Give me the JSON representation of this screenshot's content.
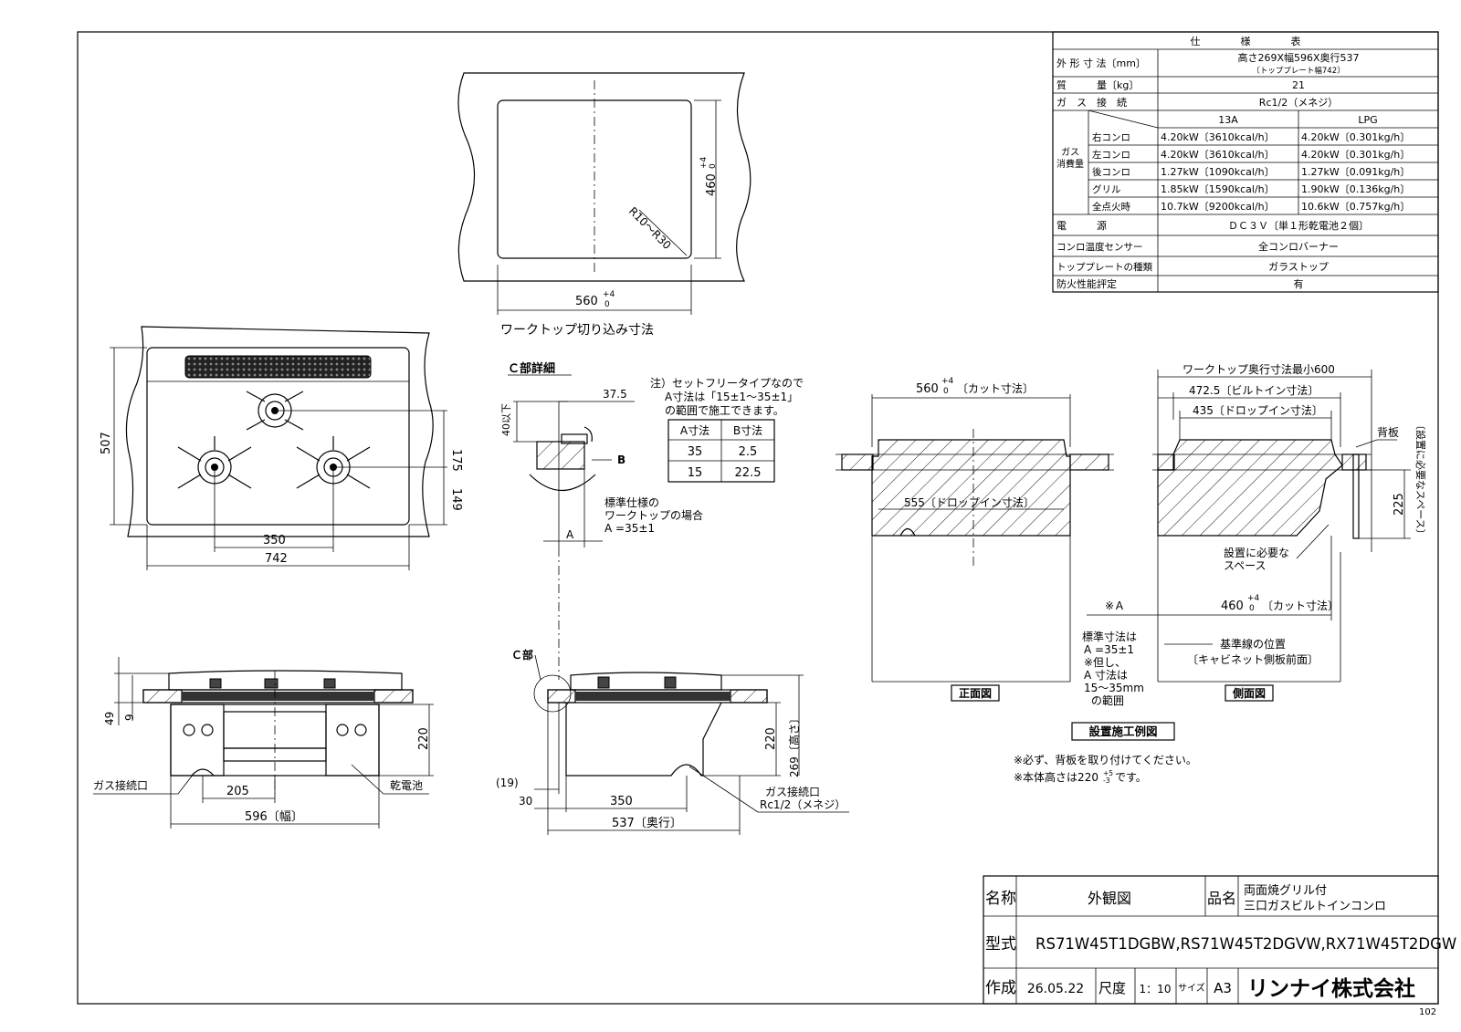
{
  "spec": {
    "title": "仕　　　　様　　　　表",
    "rows": [
      {
        "label": "外 形 寸 法〔mm〕",
        "value": "高さ269X幅596X奥行537",
        "sub": "〔トッププレート幅742〕"
      },
      {
        "label": "質　　　量〔kg〕",
        "value": "21"
      },
      {
        "label": "ガ　ス　接　続",
        "value": "Rc1/2（メネジ）"
      }
    ],
    "gas_label_1": "ガス",
    "gas_label_2": "消費量",
    "gas_col_13a": "13A",
    "gas_col_lpg": "LPG",
    "gas_rows": [
      {
        "name": "右コンロ",
        "a13": "4.20kW〔3610kcal/h〕",
        "lpg": "4.20kW〔0.301kg/h〕"
      },
      {
        "name": "左コンロ",
        "a13": "4.20kW〔3610kcal/h〕",
        "lpg": "4.20kW〔0.301kg/h〕"
      },
      {
        "name": "後コンロ",
        "a13": "1.27kW〔1090kcal/h〕",
        "lpg": "1.27kW〔0.091kg/h〕"
      },
      {
        "name": "グリル",
        "a13": "1.85kW〔1590kcal/h〕",
        "lpg": "1.90kW〔0.136kg/h〕"
      },
      {
        "name": "全点火時",
        "a13": "10.7kW〔9200kcal/h〕",
        "lpg": "10.6kW〔0.757kg/h〕"
      }
    ],
    "bottom_rows": [
      {
        "label": "電　　　源",
        "value": "ＤＣ３Ｖ〔単１形乾電池２個〕"
      },
      {
        "label": "コンロ温度センサー",
        "value": "全コンロバーナー"
      },
      {
        "label": "トッププレートの種類",
        "value": "ガラストップ"
      },
      {
        "label": "防火性能評定",
        "value": "有"
      }
    ]
  },
  "cutout": {
    "title": "ワークトップ切り込み寸法",
    "dim_width": "560",
    "dim_width_tol": "+4",
    "dim_width_tol0": "0",
    "dim_depth": "460",
    "dim_depth_tol": "+4",
    "dim_depth_tol0": "0",
    "radius": "R10～R30"
  },
  "top_view": {
    "dim_507": "507",
    "dim_175": "175",
    "dim_149": "149",
    "dim_350": "350",
    "dim_742": "742"
  },
  "detail_c": {
    "title": "Ｃ部詳細",
    "dim_40": "40以下",
    "dim_375": "37.5",
    "label_b": "B",
    "label_a": "A",
    "note_1": "注）セットフリータイプなので",
    "note_2": "A寸法は「15±1～35±1」",
    "note_3": "の範囲で施工できます。",
    "table_head_a": "A寸法",
    "table_head_b": "B寸法",
    "table_rows": [
      [
        "35",
        "2.5"
      ],
      [
        "15",
        "22.5"
      ]
    ],
    "std_1": "標準仕様の",
    "std_2": "ワークトップの場合",
    "std_3": "A =35±1"
  },
  "front_view": {
    "dim_49": "49",
    "dim_9": "9",
    "dim_220": "220",
    "dim_205": "205",
    "dim_596": "596〔幅〕",
    "gas_inlet": "ガス接続口",
    "battery": "乾電池"
  },
  "side_view": {
    "c_label": "Ｃ部",
    "dim_220": "220",
    "dim_269": "269〔高さ〕",
    "dim_19": "(19)",
    "dim_30": "30",
    "dim_350": "350",
    "dim_537": "537〔奥行〕",
    "gas_1": "ガス接続口",
    "gas_2": "Rc1/2（メネジ）"
  },
  "install": {
    "dim_560": "560",
    "dim_560_tol": "+4",
    "dim_560_tol0": "0",
    "dim_560_note": "〔カット寸法〕",
    "dim_555": "555〔ドロップイン寸法〕",
    "front_label": "正面図",
    "side_label": "側面図",
    "caption": "設置施工例図",
    "workdepth": "ワークトップ奥行寸法最小600",
    "dim_4725": "472.5〔ビルトイン寸法〕",
    "dim_435": "435〔ドロップイン寸法〕",
    "backplate": "背板",
    "dim_225": "225",
    "space_note": "〔設置に必要なスペース〕",
    "space_1": "設置に必要な",
    "space_2": "スペース",
    "dim_460": "460",
    "dim_460_tol": "+4",
    "dim_460_tol0": "0",
    "dim_460_note": "〔カット寸法〕",
    "mark_a": "※Ａ",
    "std_1": "標準寸法は",
    "std_2": "A =35±1",
    "std_3": "※但し、",
    "std_4": "A 寸法は",
    "std_5": "15～35mm",
    "std_6": "の範囲",
    "base_1": "基準線の位置",
    "base_2": "〔キャビネット側板前面〕",
    "note_1": "※必ず、背板を取り付けてください。",
    "note_2": "※本体高さは220",
    "note_2_tol": "+5",
    "note_2_tol0": "-3",
    "note_2_end": "です。"
  },
  "title_block": {
    "name_label": "名称",
    "name_value": "外観図",
    "product_label": "品名",
    "product_1": "両面焼グリル付",
    "product_2": "三口ガスビルトインコンロ",
    "model_label": "型式",
    "model_value": "RS71W45T1DGBW,RS71W45T2DGVW,RX71W45T2DGW",
    "made_label": "作成",
    "made_value": "26.05.22",
    "scale_label": "尺度",
    "scale_value": "1：10",
    "size_label": "サイズ",
    "size_value": "A3",
    "company": "リンナイ株式会社"
  },
  "sheet_no": "102"
}
